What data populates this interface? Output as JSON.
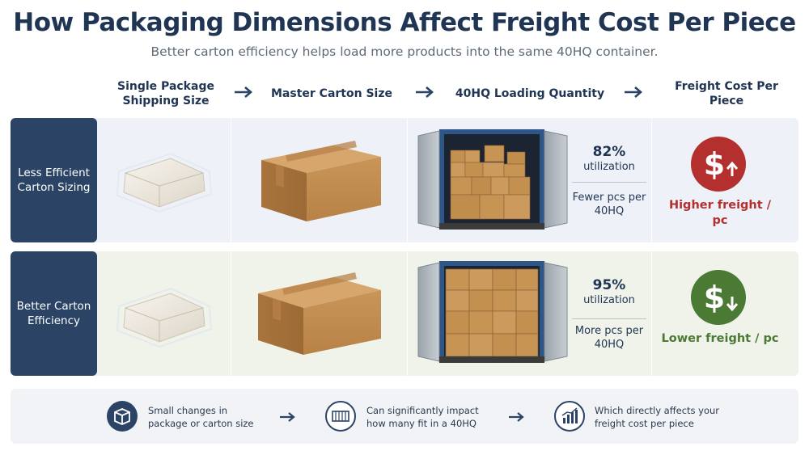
{
  "title": "How Packaging Dimensions Affect Freight Cost Per Piece",
  "subtitle": "Better carton efficiency helps load more products into the same 40HQ container.",
  "columns": {
    "single_package": "Single Package Shipping Size",
    "master_carton": "Master Carton Size",
    "loading_qty": "40HQ Loading Quantity",
    "freight_cost": "Freight Cost Per Piece"
  },
  "rows": [
    {
      "label": "Less Efficient Carton Sizing",
      "utilization_pct": "82%",
      "utilization_label": "utilization",
      "pieces": "Fewer pcs per 40HQ",
      "cost": "Higher freight / pc",
      "cost_color": "#b3302e",
      "cost_icon": "dollar-up-icon"
    },
    {
      "label": "Better Carton Efficiency",
      "utilization_pct": "95%",
      "utilization_label": "utilization",
      "pieces": "More pcs per 40HQ",
      "cost": "Lower freight / pc",
      "cost_color": "#4b7a35",
      "cost_icon": "dollar-down-icon"
    }
  ],
  "footer": [
    {
      "icon": "box-icon",
      "text": "Small changes in package or carton size"
    },
    {
      "icon": "container-icon",
      "text": "Can significantly impact how many fit in a 40HQ"
    },
    {
      "icon": "bar-chart-icon",
      "text": "Which directly affects your freight cost per piece"
    }
  ],
  "colors": {
    "navy": "#2b4466",
    "red": "#b3302e",
    "green": "#4b7a35",
    "cardboard": "#c9955a"
  }
}
